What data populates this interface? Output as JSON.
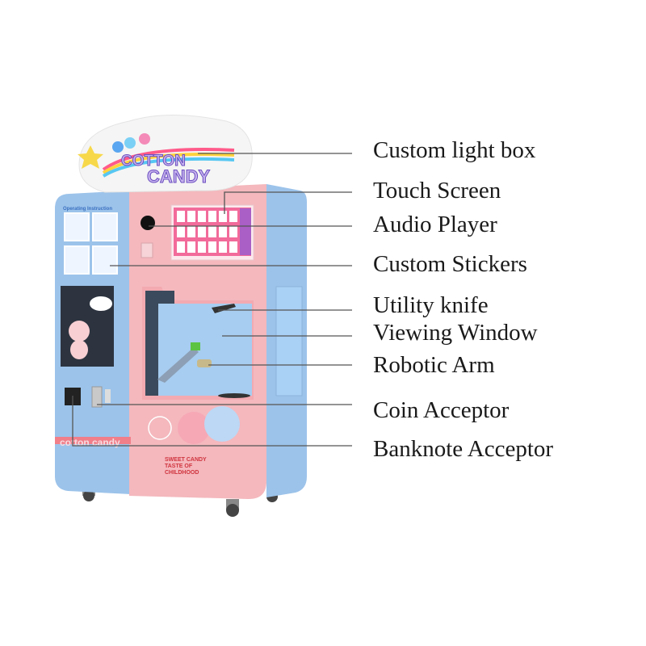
{
  "logo": {
    "line1": "COTTON",
    "line2": "CANDY"
  },
  "machine": {
    "instructions_title": "Operating Instruction",
    "side_sticker": "cotton candy",
    "front_slogan": [
      "SWEET CANDY",
      "TASTE OF",
      "CHILDHOOD"
    ]
  },
  "labels": [
    {
      "id": "custom-light-box",
      "text": "Custom light box"
    },
    {
      "id": "touch-screen",
      "text": "Touch Screen"
    },
    {
      "id": "audio-player",
      "text": "Audio Player"
    },
    {
      "id": "custom-stickers",
      "text": "Custom Stickers"
    },
    {
      "id": "utility-knife",
      "text": "Utility knife"
    },
    {
      "id": "viewing-window",
      "text": "Viewing Window"
    },
    {
      "id": "robotic-arm",
      "text": "Robotic Arm"
    },
    {
      "id": "coin-acceptor",
      "text": "Coin Acceptor"
    },
    {
      "id": "banknote-acceptor",
      "text": "Banknote Acceptor"
    }
  ],
  "colors": {
    "pink_body": "#f4b8bd",
    "blue_body": "#9cc3ea",
    "leader_line": "#555555"
  }
}
